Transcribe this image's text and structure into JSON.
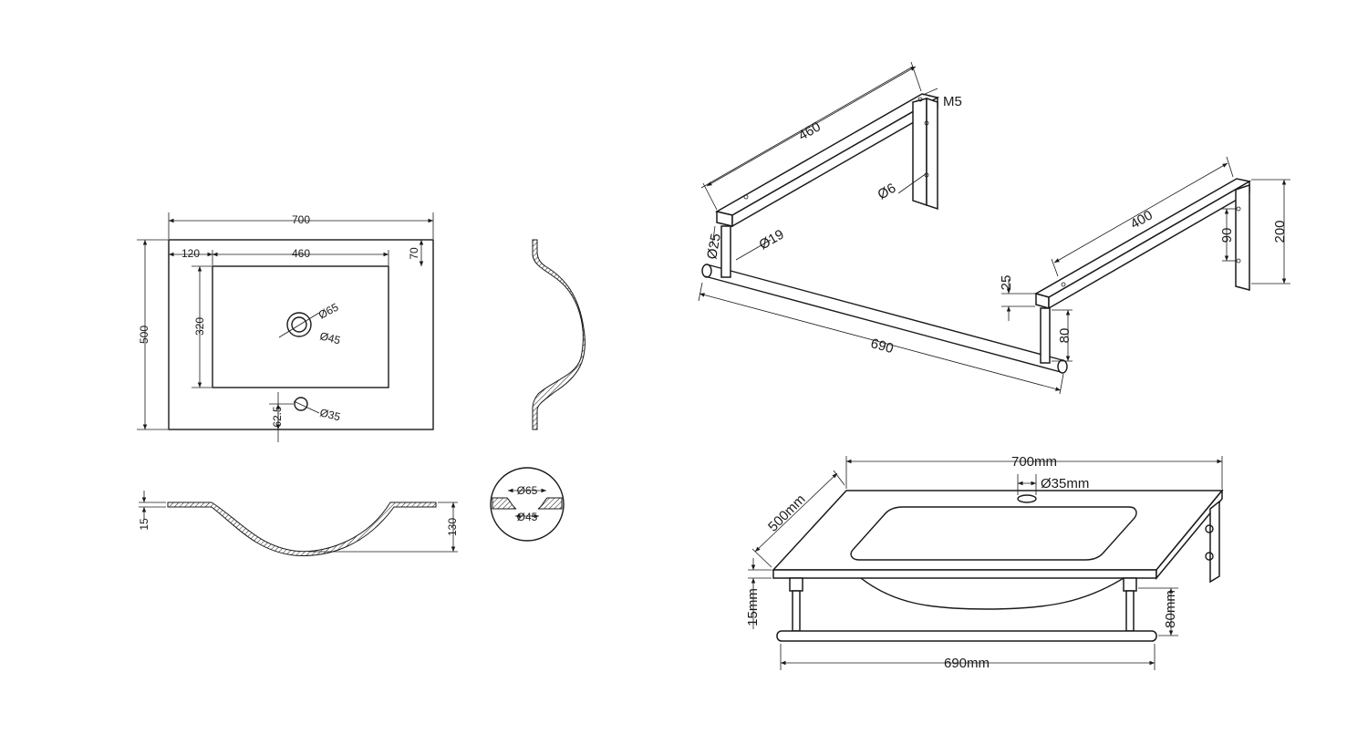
{
  "top_view": {
    "width": "700",
    "depth": "500",
    "side_margin": "120",
    "basin_width": "460",
    "back_margin": "70",
    "basin_depth": "320",
    "drain_outer": "Ø65",
    "drain_inner": "Ø45",
    "tap_hole": "Ø35",
    "tap_offset": "62.5"
  },
  "section_view": {
    "thickness": "15",
    "basin_height": "130"
  },
  "drain_detail": {
    "outer": "Ø65",
    "inner": "Ø45"
  },
  "frame_view": {
    "top_arm": "460",
    "screw": "M5",
    "hole": "Ø6",
    "post_diameter": "Ø25",
    "bar_diameter": "Ø19",
    "bar_length": "690",
    "right_arm": "400",
    "bracket_height": "200",
    "hole_spacing": "90",
    "post_offset": "25",
    "post_height": "80"
  },
  "assembly_view": {
    "width": "700mm",
    "depth": "500mm",
    "tap_hole": "Ø35mm",
    "thickness": "15mm",
    "rail_drop": "80mm",
    "rail_length": "690mm"
  }
}
